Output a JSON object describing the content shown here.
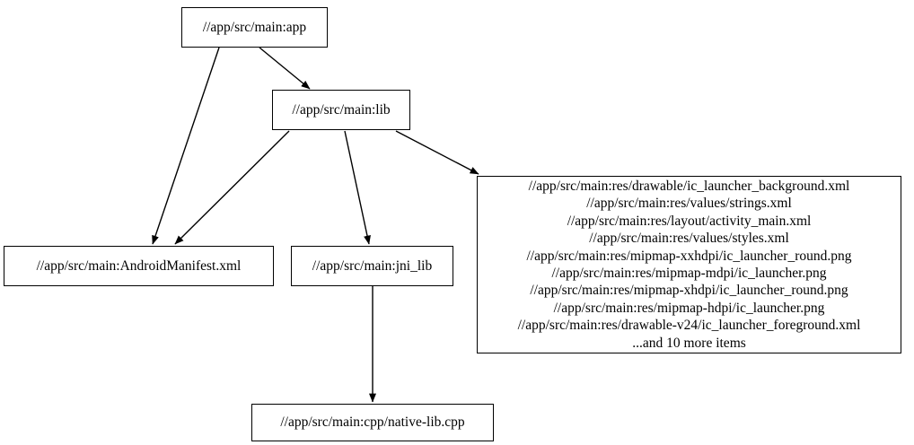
{
  "graph": {
    "type": "directed-dependency-graph",
    "background_color": "#ffffff",
    "node_border_color": "#000000",
    "edge_color": "#000000",
    "text_color": "#000000",
    "nodes": [
      {
        "id": "app",
        "label": "//app/src/main:app"
      },
      {
        "id": "lib",
        "label": "//app/src/main:lib"
      },
      {
        "id": "manifest",
        "label": "//app/src/main:AndroidManifest.xml"
      },
      {
        "id": "jni_lib",
        "label": "//app/src/main:jni_lib"
      },
      {
        "id": "native_lib",
        "label": "//app/src/main:cpp/native-lib.cpp"
      },
      {
        "id": "resources",
        "label": "//app/src/main:res/drawable/ic_launcher_background.xml\n//app/src/main:res/values/strings.xml\n//app/src/main:res/layout/activity_main.xml\n//app/src/main:res/values/styles.xml\n//app/src/main:res/mipmap-xxhdpi/ic_launcher_round.png\n//app/src/main:res/mipmap-mdpi/ic_launcher.png\n//app/src/main:res/mipmap-xhdpi/ic_launcher_round.png\n//app/src/main:res/mipmap-hdpi/ic_launcher.png\n//app/src/main:res/drawable-v24/ic_launcher_foreground.xml\n...and 10 more items",
        "lines": [
          "//app/src/main:res/drawable/ic_launcher_background.xml",
          "//app/src/main:res/values/strings.xml",
          "//app/src/main:res/layout/activity_main.xml",
          "//app/src/main:res/values/styles.xml",
          "//app/src/main:res/mipmap-xxhdpi/ic_launcher_round.png",
          "//app/src/main:res/mipmap-mdpi/ic_launcher.png",
          "//app/src/main:res/mipmap-xhdpi/ic_launcher_round.png",
          "//app/src/main:res/mipmap-hdpi/ic_launcher.png",
          "//app/src/main:res/drawable-v24/ic_launcher_foreground.xml",
          "...and 10 more items"
        ]
      }
    ],
    "edges": [
      {
        "from": "app",
        "to": "lib"
      },
      {
        "from": "app",
        "to": "manifest"
      },
      {
        "from": "lib",
        "to": "manifest"
      },
      {
        "from": "lib",
        "to": "jni_lib"
      },
      {
        "from": "lib",
        "to": "resources"
      },
      {
        "from": "jni_lib",
        "to": "native_lib"
      }
    ]
  }
}
